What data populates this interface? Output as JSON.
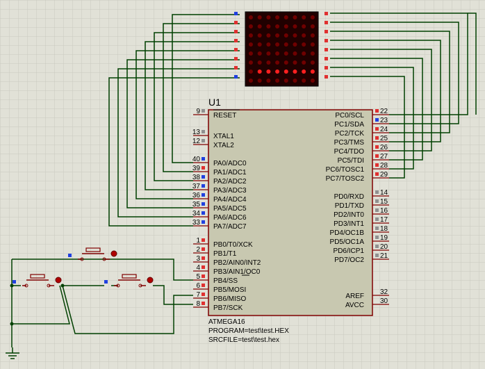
{
  "colors": {
    "background": "#e1e1d7",
    "grid": "#c9c9bf",
    "wire": "#004000",
    "chip_fill": "#c8c8b0",
    "chip_border": "#800000",
    "pin_line": "#800000",
    "pin_red": "#e03030",
    "pin_blue": "#2040e0",
    "pin_gray": "#909090",
    "text": "#000000",
    "matrix_bg": "#200000",
    "led_on": "#ff2020",
    "led_dim": "#700000"
  },
  "chip": {
    "ref": "U1",
    "part": "ATMEGA16",
    "program": "PROGRAM=test\\test.HEX",
    "srcfile": "SRCFILE=test\\test.hex",
    "left_pins": [
      {
        "num": "9",
        "name": "RESET",
        "state": "gray"
      },
      {
        "num": "13",
        "name": "XTAL1",
        "state": "gray"
      },
      {
        "num": "12",
        "name": "XTAL2",
        "state": "gray"
      },
      {
        "num": "40",
        "name": "PA0/ADC0",
        "state": "blue"
      },
      {
        "num": "39",
        "name": "PA1/ADC1",
        "state": "red"
      },
      {
        "num": "38",
        "name": "PA2/ADC2",
        "state": "blue"
      },
      {
        "num": "37",
        "name": "PA3/ADC3",
        "state": "blue"
      },
      {
        "num": "36",
        "name": "PA4/ADC4",
        "state": "blue"
      },
      {
        "num": "35",
        "name": "PA5/ADC5",
        "state": "blue"
      },
      {
        "num": "34",
        "name": "PA6/ADC6",
        "state": "blue"
      },
      {
        "num": "33",
        "name": "PA7/ADC7",
        "state": "blue"
      },
      {
        "num": "1",
        "name": "PB0/T0/XCK",
        "state": "red"
      },
      {
        "num": "2",
        "name": "PB1/T1",
        "state": "red"
      },
      {
        "num": "3",
        "name": "PB2/AIN0/INT2",
        "state": "red"
      },
      {
        "num": "4",
        "name": "PB3/AIN1/OC0",
        "state": "red"
      },
      {
        "num": "5",
        "name": "PB4/SS",
        "state": "red"
      },
      {
        "num": "6",
        "name": "PB5/MOSI",
        "state": "red"
      },
      {
        "num": "7",
        "name": "PB6/MISO",
        "state": "red"
      },
      {
        "num": "8",
        "name": "PB7/SCK",
        "state": "red"
      }
    ],
    "right_pins": [
      {
        "num": "22",
        "name": "PC0/SCL",
        "state": "red"
      },
      {
        "num": "23",
        "name": "PC1/SDA",
        "state": "blue"
      },
      {
        "num": "24",
        "name": "PC2/TCK",
        "state": "red"
      },
      {
        "num": "25",
        "name": "PC3/TMS",
        "state": "red"
      },
      {
        "num": "26",
        "name": "PC4/TDO",
        "state": "red"
      },
      {
        "num": "27",
        "name": "PC5/TDI",
        "state": "red"
      },
      {
        "num": "28",
        "name": "PC6/TOSC1",
        "state": "red"
      },
      {
        "num": "29",
        "name": "PC7/TOSC2",
        "state": "red"
      },
      {
        "num": "14",
        "name": "PD0/RXD",
        "state": "gray"
      },
      {
        "num": "15",
        "name": "PD1/TXD",
        "state": "gray"
      },
      {
        "num": "16",
        "name": "PD2/INT0",
        "state": "gray"
      },
      {
        "num": "17",
        "name": "PD3/INT1",
        "state": "gray"
      },
      {
        "num": "18",
        "name": "PD4/OC1B",
        "state": "gray"
      },
      {
        "num": "19",
        "name": "PD5/OC1A",
        "state": "gray"
      },
      {
        "num": "20",
        "name": "PD6/ICP1",
        "state": "gray"
      },
      {
        "num": "21",
        "name": "PD7/OC2",
        "state": "gray"
      },
      {
        "num": "32",
        "name": "AREF",
        "state": "none"
      },
      {
        "num": "30",
        "name": "AVCC",
        "state": "none"
      }
    ]
  },
  "led_matrix": {
    "rows": 8,
    "cols": 8,
    "lit_rows": [
      6
    ],
    "lit_cols": [
      1,
      2,
      3,
      4,
      5,
      6,
      7
    ],
    "left_pin_states": [
      "blue",
      "red",
      "red",
      "red",
      "red",
      "red",
      "red",
      "blue"
    ],
    "right_pin_states": [
      "red",
      "red",
      "red",
      "red",
      "red",
      "red",
      "red",
      "red"
    ]
  },
  "buttons": [
    {
      "id": "btn1",
      "pin_state": "blue"
    },
    {
      "id": "btn2",
      "pin_state": "blue"
    },
    {
      "id": "btn3",
      "pin_state": "blue"
    }
  ]
}
